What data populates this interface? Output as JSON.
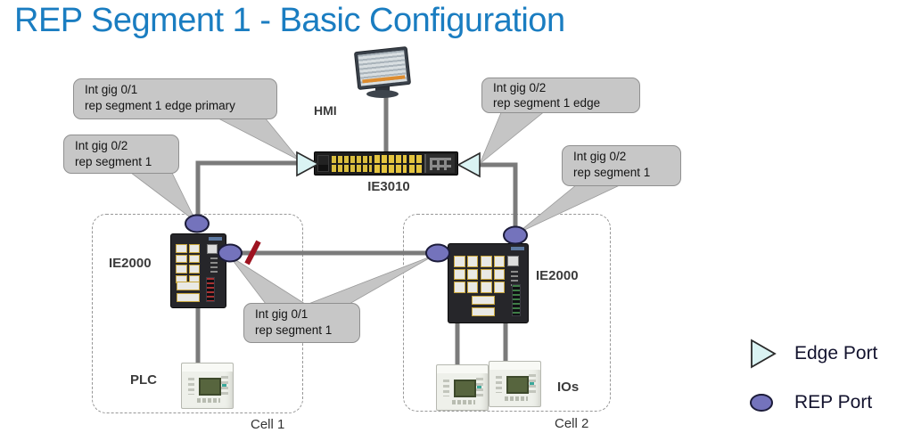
{
  "title": "REP Segment 1 - Basic Configuration",
  "callouts": {
    "edge_primary": {
      "line1": "Int gig 0/1",
      "line2": "rep segment 1 edge primary"
    },
    "left_rep": {
      "line1": "Int gig 0/2",
      "line2": "rep segment 1"
    },
    "edge": {
      "line1": "Int gig 0/2",
      "line2": "rep segment 1 edge"
    },
    "right_rep": {
      "line1": "Int gig 0/2",
      "line2": "rep segment 1"
    },
    "bottom_rep": {
      "line1": "Int gig 0/1",
      "line2": "rep segment 1"
    }
  },
  "devices": {
    "hmi": "HMI",
    "core_switch": "IE3010",
    "left_switch": "IE2000",
    "right_switch": "IE2000",
    "plc": "PLC",
    "ios": "IOs"
  },
  "cells": {
    "cell1": "Cell 1",
    "cell2": "Cell 2"
  },
  "legend": {
    "edge_port": "Edge Port",
    "rep_port": "REP Port"
  },
  "colors": {
    "title": "#1a7dc1",
    "link": "#7b7b7b",
    "callout_fill": "#c7c7c7",
    "callout_pointer": "#c5c5c5",
    "edge_port_fill": "#daf3f3",
    "rep_port_fill": "#7473bc",
    "blocked": "#9e1320"
  }
}
